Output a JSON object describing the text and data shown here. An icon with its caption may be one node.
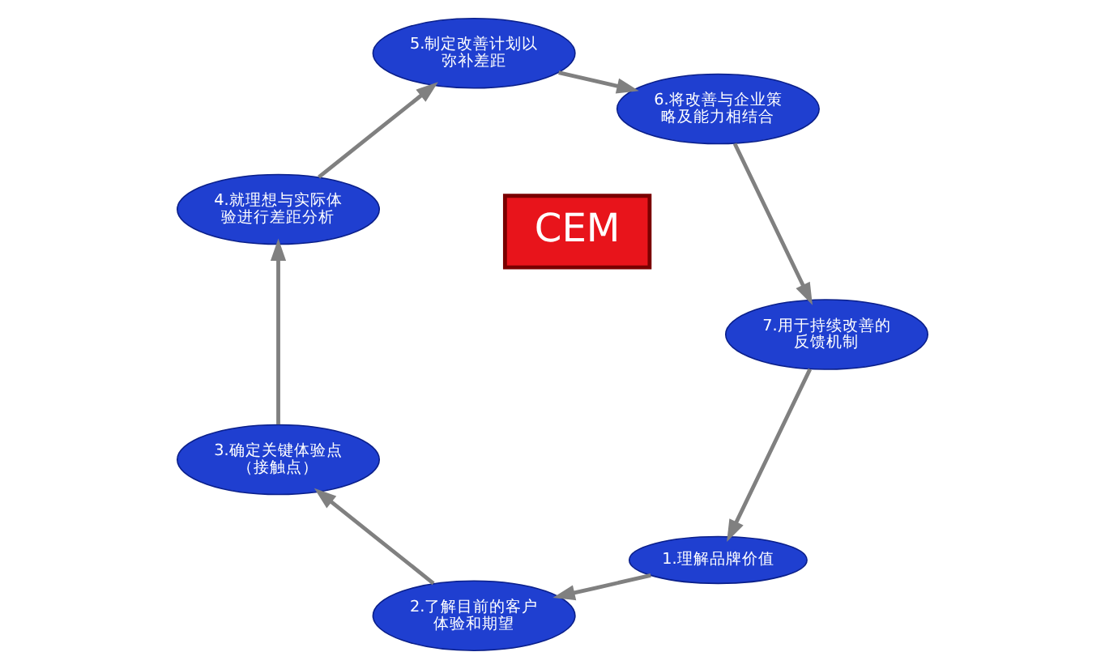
{
  "diagram": {
    "nodes": [
      {
        "text": [
          "CEM"
        ]
      },
      {
        "text": [
          "1.理解品牌价值"
        ]
      },
      {
        "text": [
          "2.了解目前的客户体验和期望"
        ]
      },
      {
        "text": [
          "3.确定关键体验点（接触点）"
        ]
      },
      {
        "text": [
          "4.就理想与实际体验进行差距分析"
        ]
      },
      {
        "text": [
          "5.制定改善计划以弥补差距"
        ]
      },
      {
        "text": [
          "6.将改善与企业策略及能力相结合"
        ]
      },
      {
        "text": [
          "7.用于持续改善的反馈机制"
        ]
      }
    ],
    "edges": [
      {
        "from": 1,
        "to": 2,
        "arrow": "to"
      },
      {
        "from": 2,
        "to": 3,
        "arrow": "to"
      },
      {
        "from": 3,
        "to": 4,
        "arrow": "to"
      },
      {
        "from": 4,
        "to": 5,
        "arrow": "to"
      },
      {
        "from": 5,
        "to": 6,
        "arrow": "to"
      },
      {
        "from": 6,
        "to": 7,
        "arrow": "to"
      },
      {
        "from": 7,
        "to": 1,
        "arrow": "to"
      }
    ]
  }
}
